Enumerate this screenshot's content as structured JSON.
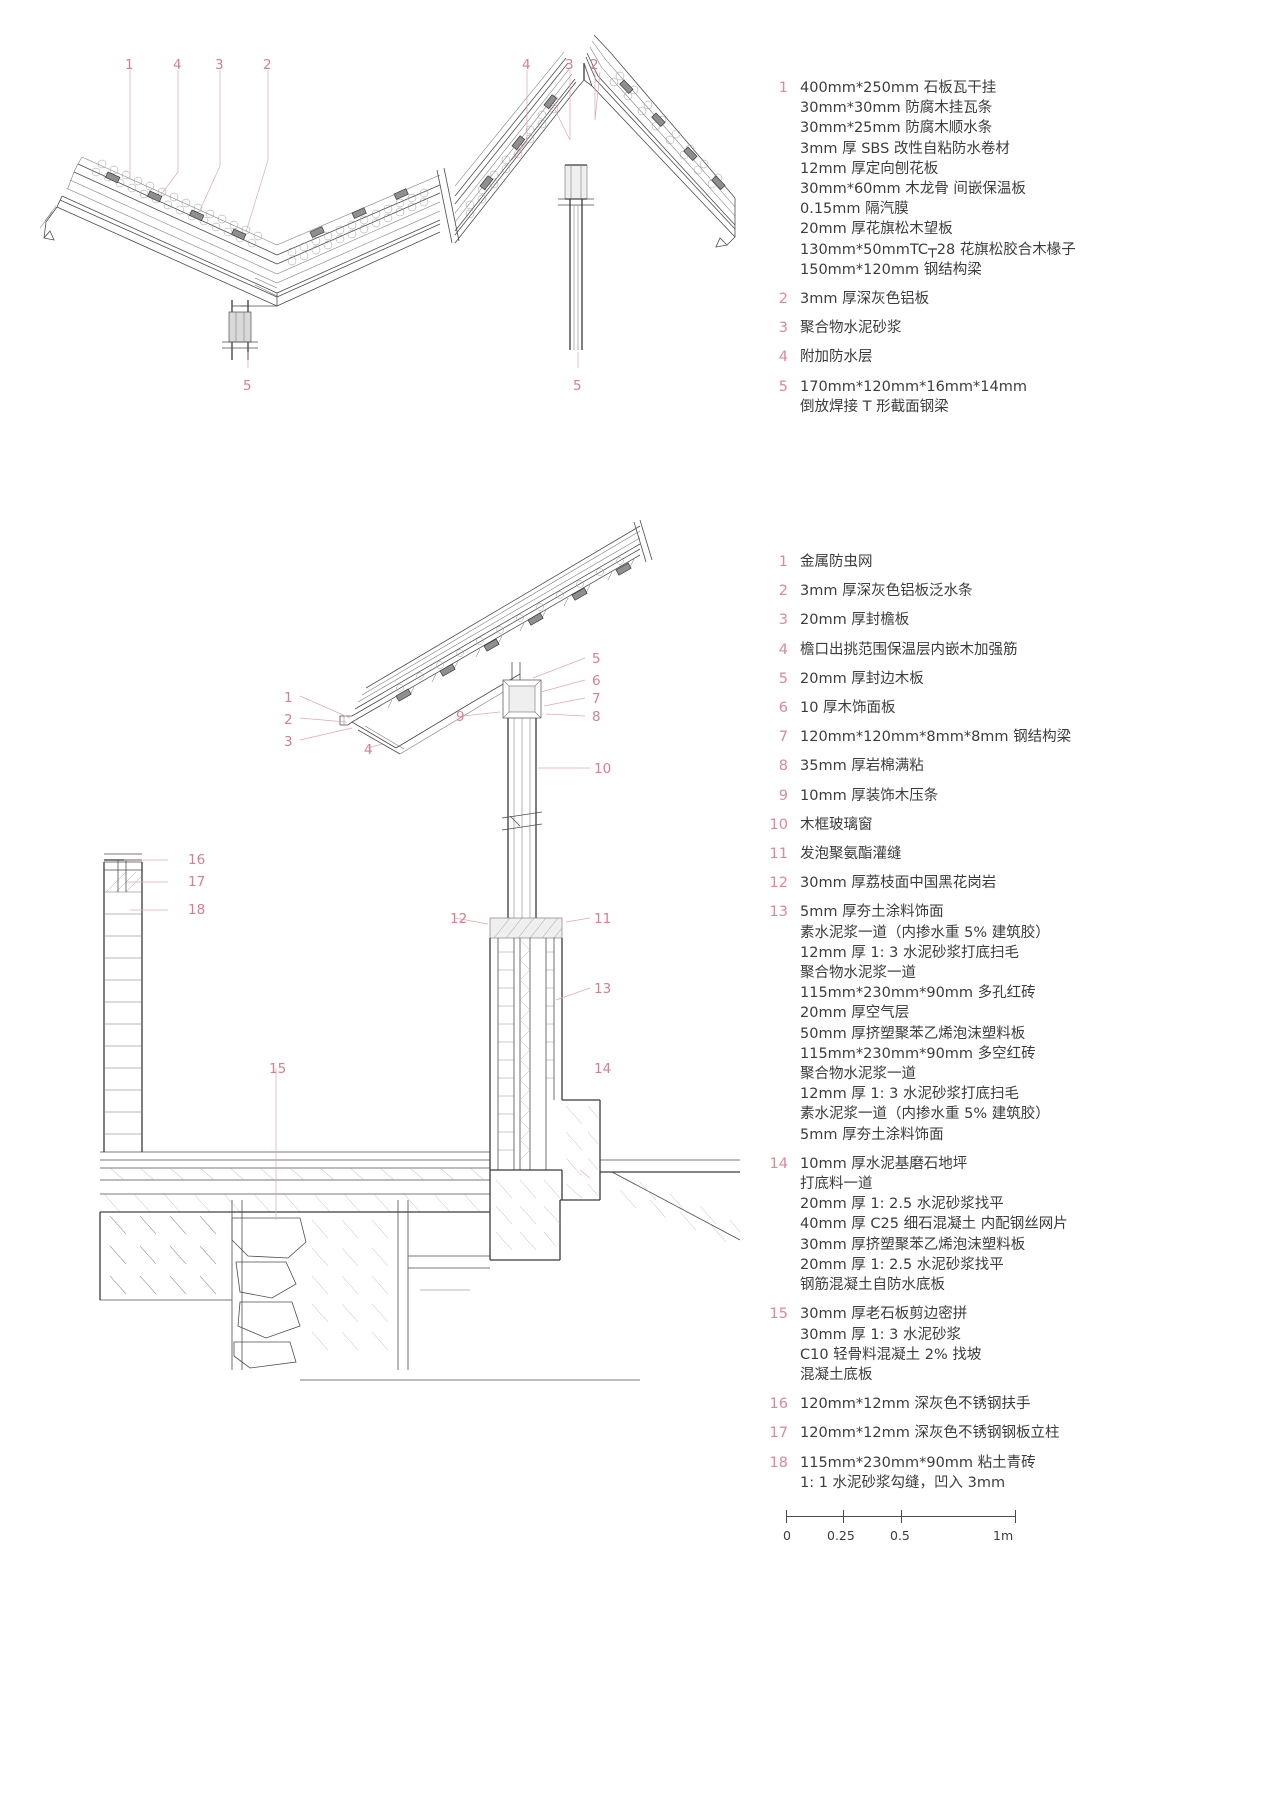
{
  "legend_top": {
    "items": [
      {
        "num": "1",
        "text": "400mm*250mm 石板瓦干挂\n30mm*30mm 防腐木挂瓦条\n30mm*25mm 防腐木顺水条\n3mm 厚 SBS 改性自粘防水卷材\n12mm 厚定向刨花板\n30mm*60mm 木龙骨 间嵌保温板\n0.15mm 隔汽膜\n20mm 厚花旗松木望板\n130mm*50mmTC┬28 花旗松胶合木椽子\n150mm*120mm 钢结构梁"
      },
      {
        "num": "2",
        "text": "3mm 厚深灰色铝板"
      },
      {
        "num": "3",
        "text": "聚合物水泥砂浆"
      },
      {
        "num": "4",
        "text": "附加防水层"
      },
      {
        "num": "5",
        "text": "170mm*120mm*16mm*14mm\n倒放焊接 T 形截面钢梁"
      }
    ],
    "callouts": [
      "1",
      "4",
      "3",
      "2",
      "4",
      "3",
      "2",
      "5",
      "5"
    ]
  },
  "legend_bottom": {
    "items": [
      {
        "num": "1",
        "text": "金属防虫网"
      },
      {
        "num": "2",
        "text": "3mm 厚深灰色铝板泛水条"
      },
      {
        "num": "3",
        "text": "20mm 厚封檐板"
      },
      {
        "num": "4",
        "text": "檐口出挑范围保温层内嵌木加强筋"
      },
      {
        "num": "5",
        "text": "20mm 厚封边木板"
      },
      {
        "num": "6",
        "text": "10 厚木饰面板"
      },
      {
        "num": "7",
        "text": "120mm*120mm*8mm*8mm 钢结构梁"
      },
      {
        "num": "8",
        "text": "35mm 厚岩棉满粘"
      },
      {
        "num": "9",
        "text": "10mm 厚装饰木压条"
      },
      {
        "num": "10",
        "text": "木框玻璃窗"
      },
      {
        "num": "11",
        "text": "发泡聚氨酯灌缝"
      },
      {
        "num": "12",
        "text": "30mm 厚荔枝面中国黑花岗岩"
      },
      {
        "num": "13",
        "text": "5mm 厚夯土涂料饰面\n素水泥浆一道（内掺水重 5% 建筑胶）\n12mm 厚 1: 3 水泥砂浆打底扫毛\n聚合物水泥浆一道\n115mm*230mm*90mm 多孔红砖\n20mm 厚空气层\n50mm 厚挤塑聚苯乙烯泡沫塑料板\n115mm*230mm*90mm 多空红砖\n聚合物水泥浆一道\n12mm 厚 1: 3 水泥砂浆打底扫毛\n素水泥浆一道（内掺水重 5% 建筑胶）\n5mm 厚夯土涂料饰面"
      },
      {
        "num": "14",
        "text": "10mm 厚水泥基磨石地坪\n打底料一道\n20mm 厚 1: 2.5 水泥砂浆找平\n40mm 厚 C25 细石混凝土 内配钢丝网片\n30mm 厚挤塑聚苯乙烯泡沫塑料板\n20mm 厚 1: 2.5 水泥砂浆找平\n钢筋混凝土自防水底板"
      },
      {
        "num": "15",
        "text": "30mm 厚老石板剪边密拼\n30mm 厚 1: 3 水泥砂浆\nC10 轻骨料混凝土 2% 找坡\n混凝土底板"
      },
      {
        "num": "16",
        "text": "120mm*12mm 深灰色不锈钢扶手"
      },
      {
        "num": "17",
        "text": "120mm*12mm 深灰色不锈钢钢板立柱"
      },
      {
        "num": "18",
        "text": "115mm*230mm*90mm 粘土青砖\n1: 1 水泥砂浆勾缝，凹入 3mm"
      }
    ],
    "callouts": [
      "5",
      "6",
      "7",
      "8",
      "9",
      "10",
      "12",
      "11",
      "13",
      "14",
      "15",
      "16",
      "17",
      "18",
      "1",
      "2",
      "3",
      "4"
    ]
  },
  "scalebar": {
    "labels": [
      "0",
      "0.25",
      "0.5",
      "1m"
    ]
  },
  "colors": {
    "callout": "#d4808f",
    "legend_num": "#d98a96",
    "text": "#3c3c3c",
    "line": "#4d4d4d"
  }
}
